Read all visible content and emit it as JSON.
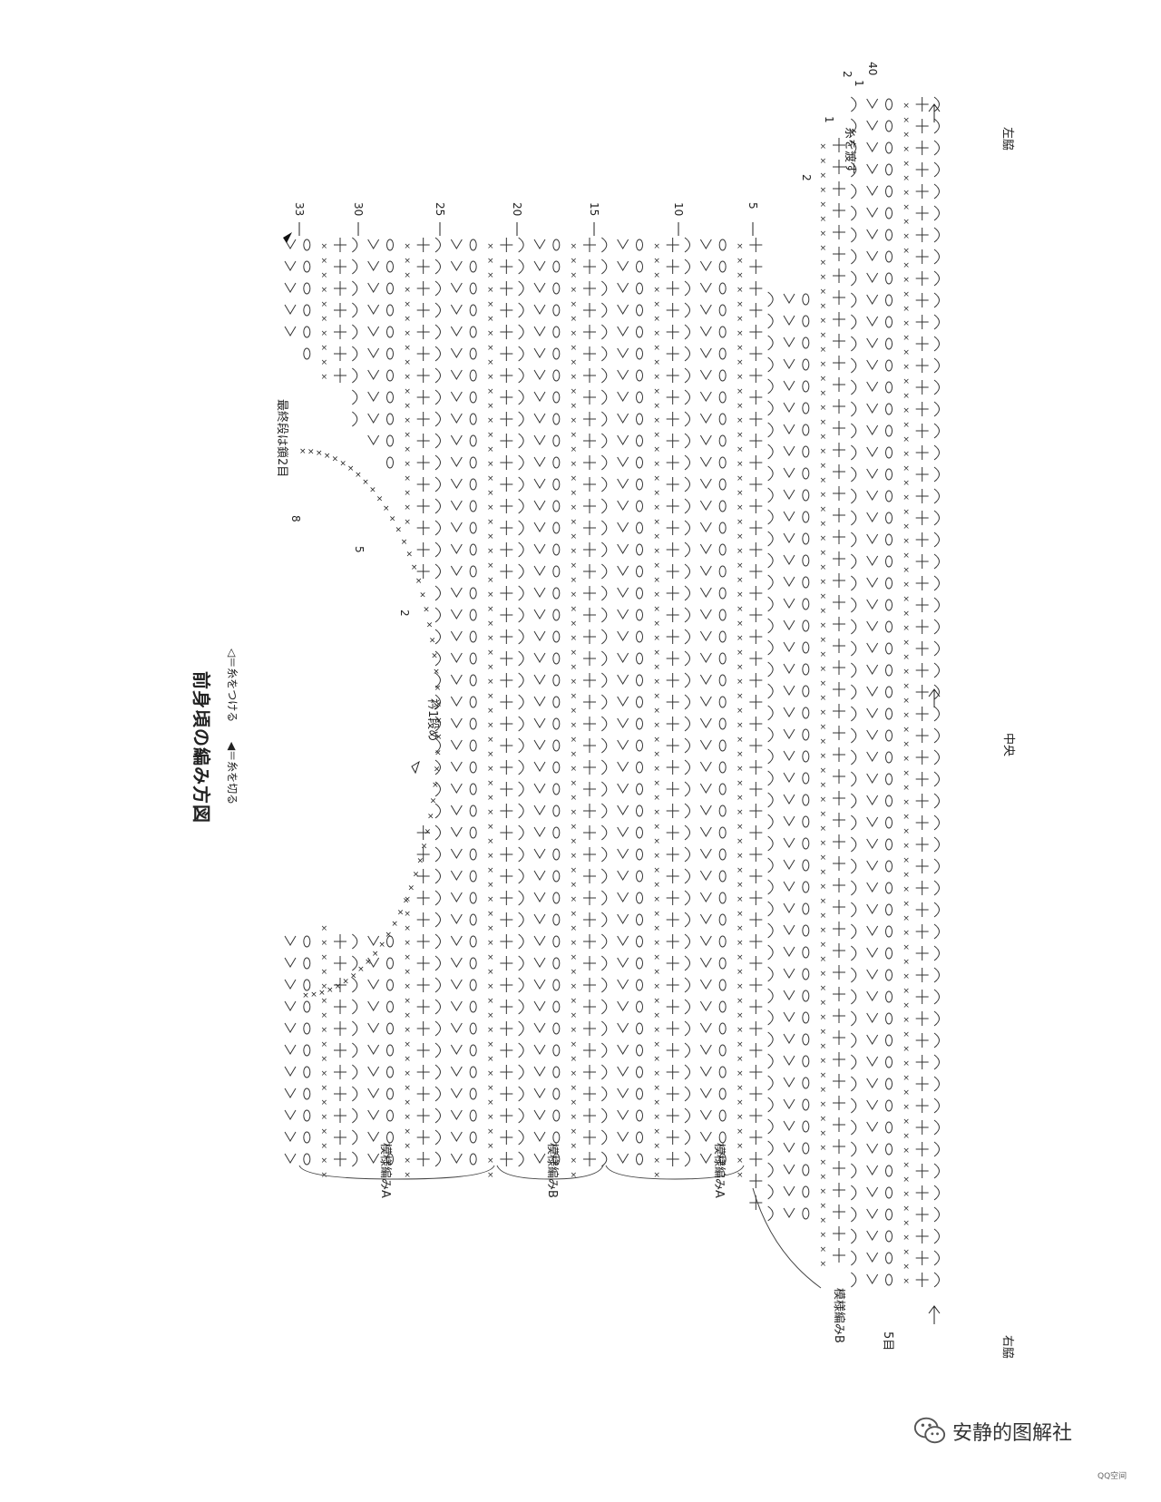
{
  "title": "前身頃の編み方図",
  "legend": {
    "attach": "◁＝糸をつける",
    "cut": "◀＝糸を切る"
  },
  "row_numbers_top": [
    "33",
    "30",
    "25",
    "20",
    "15",
    "10",
    "5"
  ],
  "row_numbers_right": [
    "2",
    "1",
    "40"
  ],
  "side_rows": [
    "2",
    "1"
  ],
  "annotations": {
    "last_row": "最終段は鎖2目",
    "collar_row1": "衿1段め",
    "yarn_carry": "糸を渡す",
    "center": "中央",
    "left_side": "左脇",
    "right_side": "右脇",
    "five_stitches": "5目",
    "neck_rows": [
      "8",
      "5",
      "2"
    ]
  },
  "pattern_bands": [
    {
      "label": "模様編みA"
    },
    {
      "label": "模様編みB"
    },
    {
      "label": "模様編みA"
    },
    {
      "label": "模様編みB"
    }
  ],
  "watermark": {
    "text": "安静的图解社",
    "icon": "wechat-icon",
    "qq": "QQ空间"
  }
}
